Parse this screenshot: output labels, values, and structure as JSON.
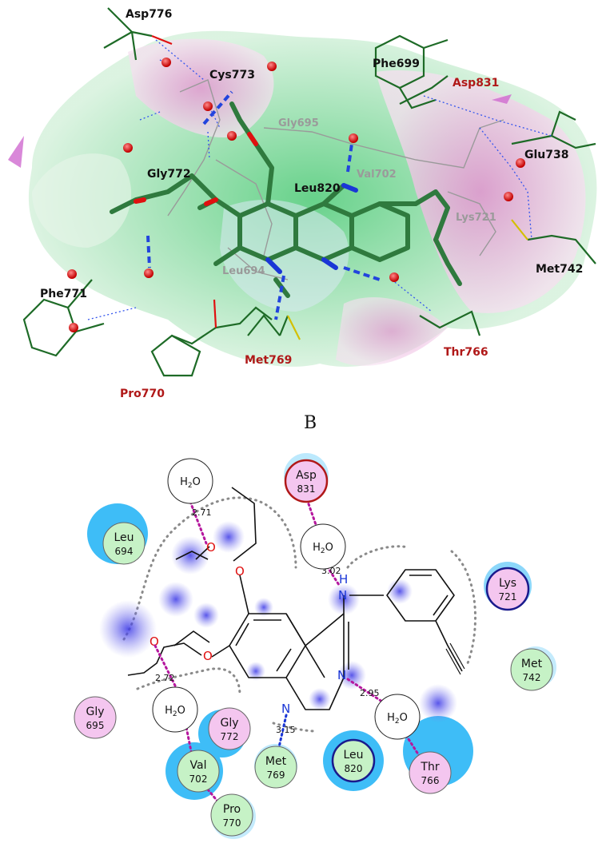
{
  "panelA": {
    "residues": [
      {
        "key": "asp776",
        "label": "Asp776",
        "color": "black"
      },
      {
        "key": "cys773",
        "label": "Cys773",
        "color": "black"
      },
      {
        "key": "gly695",
        "label": "Gly695",
        "color": "gray"
      },
      {
        "key": "gly772",
        "label": "Gly772",
        "color": "black"
      },
      {
        "key": "leu820",
        "label": "Leu820",
        "color": "black"
      },
      {
        "key": "phe699",
        "label": "Phe699",
        "color": "black"
      },
      {
        "key": "asp831",
        "label": "Asp831",
        "color": "red"
      },
      {
        "key": "val702",
        "label": "Val702",
        "color": "gray"
      },
      {
        "key": "glu738",
        "label": "Glu738",
        "color": "black"
      },
      {
        "key": "lys721",
        "label": "Lys721",
        "color": "gray"
      },
      {
        "key": "leu694",
        "label": "Leu694",
        "color": "gray"
      },
      {
        "key": "phe771",
        "label": "Phe771",
        "color": "black"
      },
      {
        "key": "met742",
        "label": "Met742",
        "color": "black"
      },
      {
        "key": "met769",
        "label": "Met769",
        "color": "red"
      },
      {
        "key": "thr766",
        "label": "Thr766",
        "color": "red"
      },
      {
        "key": "pro770",
        "label": "Pro770",
        "color": "red"
      }
    ],
    "colors": {
      "surface_green": "#8fd9a6",
      "surface_pink": "#e6a8d8",
      "ligand": "#2f7a3e",
      "hbond": "#2244dd",
      "water": "#dd1111"
    }
  },
  "panelB": {
    "letter": "B",
    "residues": [
      {
        "key": "asp831",
        "name": "Asp",
        "num": "831",
        "fill": "#f4c6ef",
        "ring": "#b01818"
      },
      {
        "key": "leu694",
        "name": "Leu",
        "num": "694",
        "fill": "#c6f2c6",
        "ring": "#888888"
      },
      {
        "key": "lys721",
        "name": "Lys",
        "num": "721",
        "fill": "#f4c6ef",
        "ring": "#1a1a8c"
      },
      {
        "key": "met742",
        "name": "Met",
        "num": "742",
        "fill": "#c6f2c6",
        "ring": "#888888"
      },
      {
        "key": "gly695",
        "name": "Gly",
        "num": "695",
        "fill": "#f4c6ef",
        "ring": "#888888"
      },
      {
        "key": "gly772",
        "name": "Gly",
        "num": "772",
        "fill": "#f4c6ef",
        "ring": "#888888"
      },
      {
        "key": "val702",
        "name": "Val",
        "num": "702",
        "fill": "#c6f2c6",
        "ring": "#888888"
      },
      {
        "key": "met769",
        "name": "Met",
        "num": "769",
        "fill": "#c6f2c6",
        "ring": "#888888"
      },
      {
        "key": "leu820",
        "name": "Leu",
        "num": "820",
        "fill": "#c6f2c6",
        "ring": "#1a1a8c"
      },
      {
        "key": "thr766",
        "name": "Thr",
        "num": "766",
        "fill": "#f4c6ef",
        "ring": "#888888"
      },
      {
        "key": "pro770",
        "name": "Pro",
        "num": "770",
        "fill": "#c6f2c6",
        "ring": "#888888"
      }
    ],
    "water_label": "H",
    "water_sub": "2",
    "water_tail": "O",
    "distances": [
      "2.71",
      "3.02",
      "2.72",
      "2.95",
      "3.15"
    ],
    "atoms": {
      "o": "O",
      "n": "N",
      "h": "H"
    },
    "colors": {
      "oxygen": "#e01010",
      "nitrogen": "#1a36d6",
      "hbond": "#b5179e",
      "backbone": "#1a36d6"
    }
  }
}
